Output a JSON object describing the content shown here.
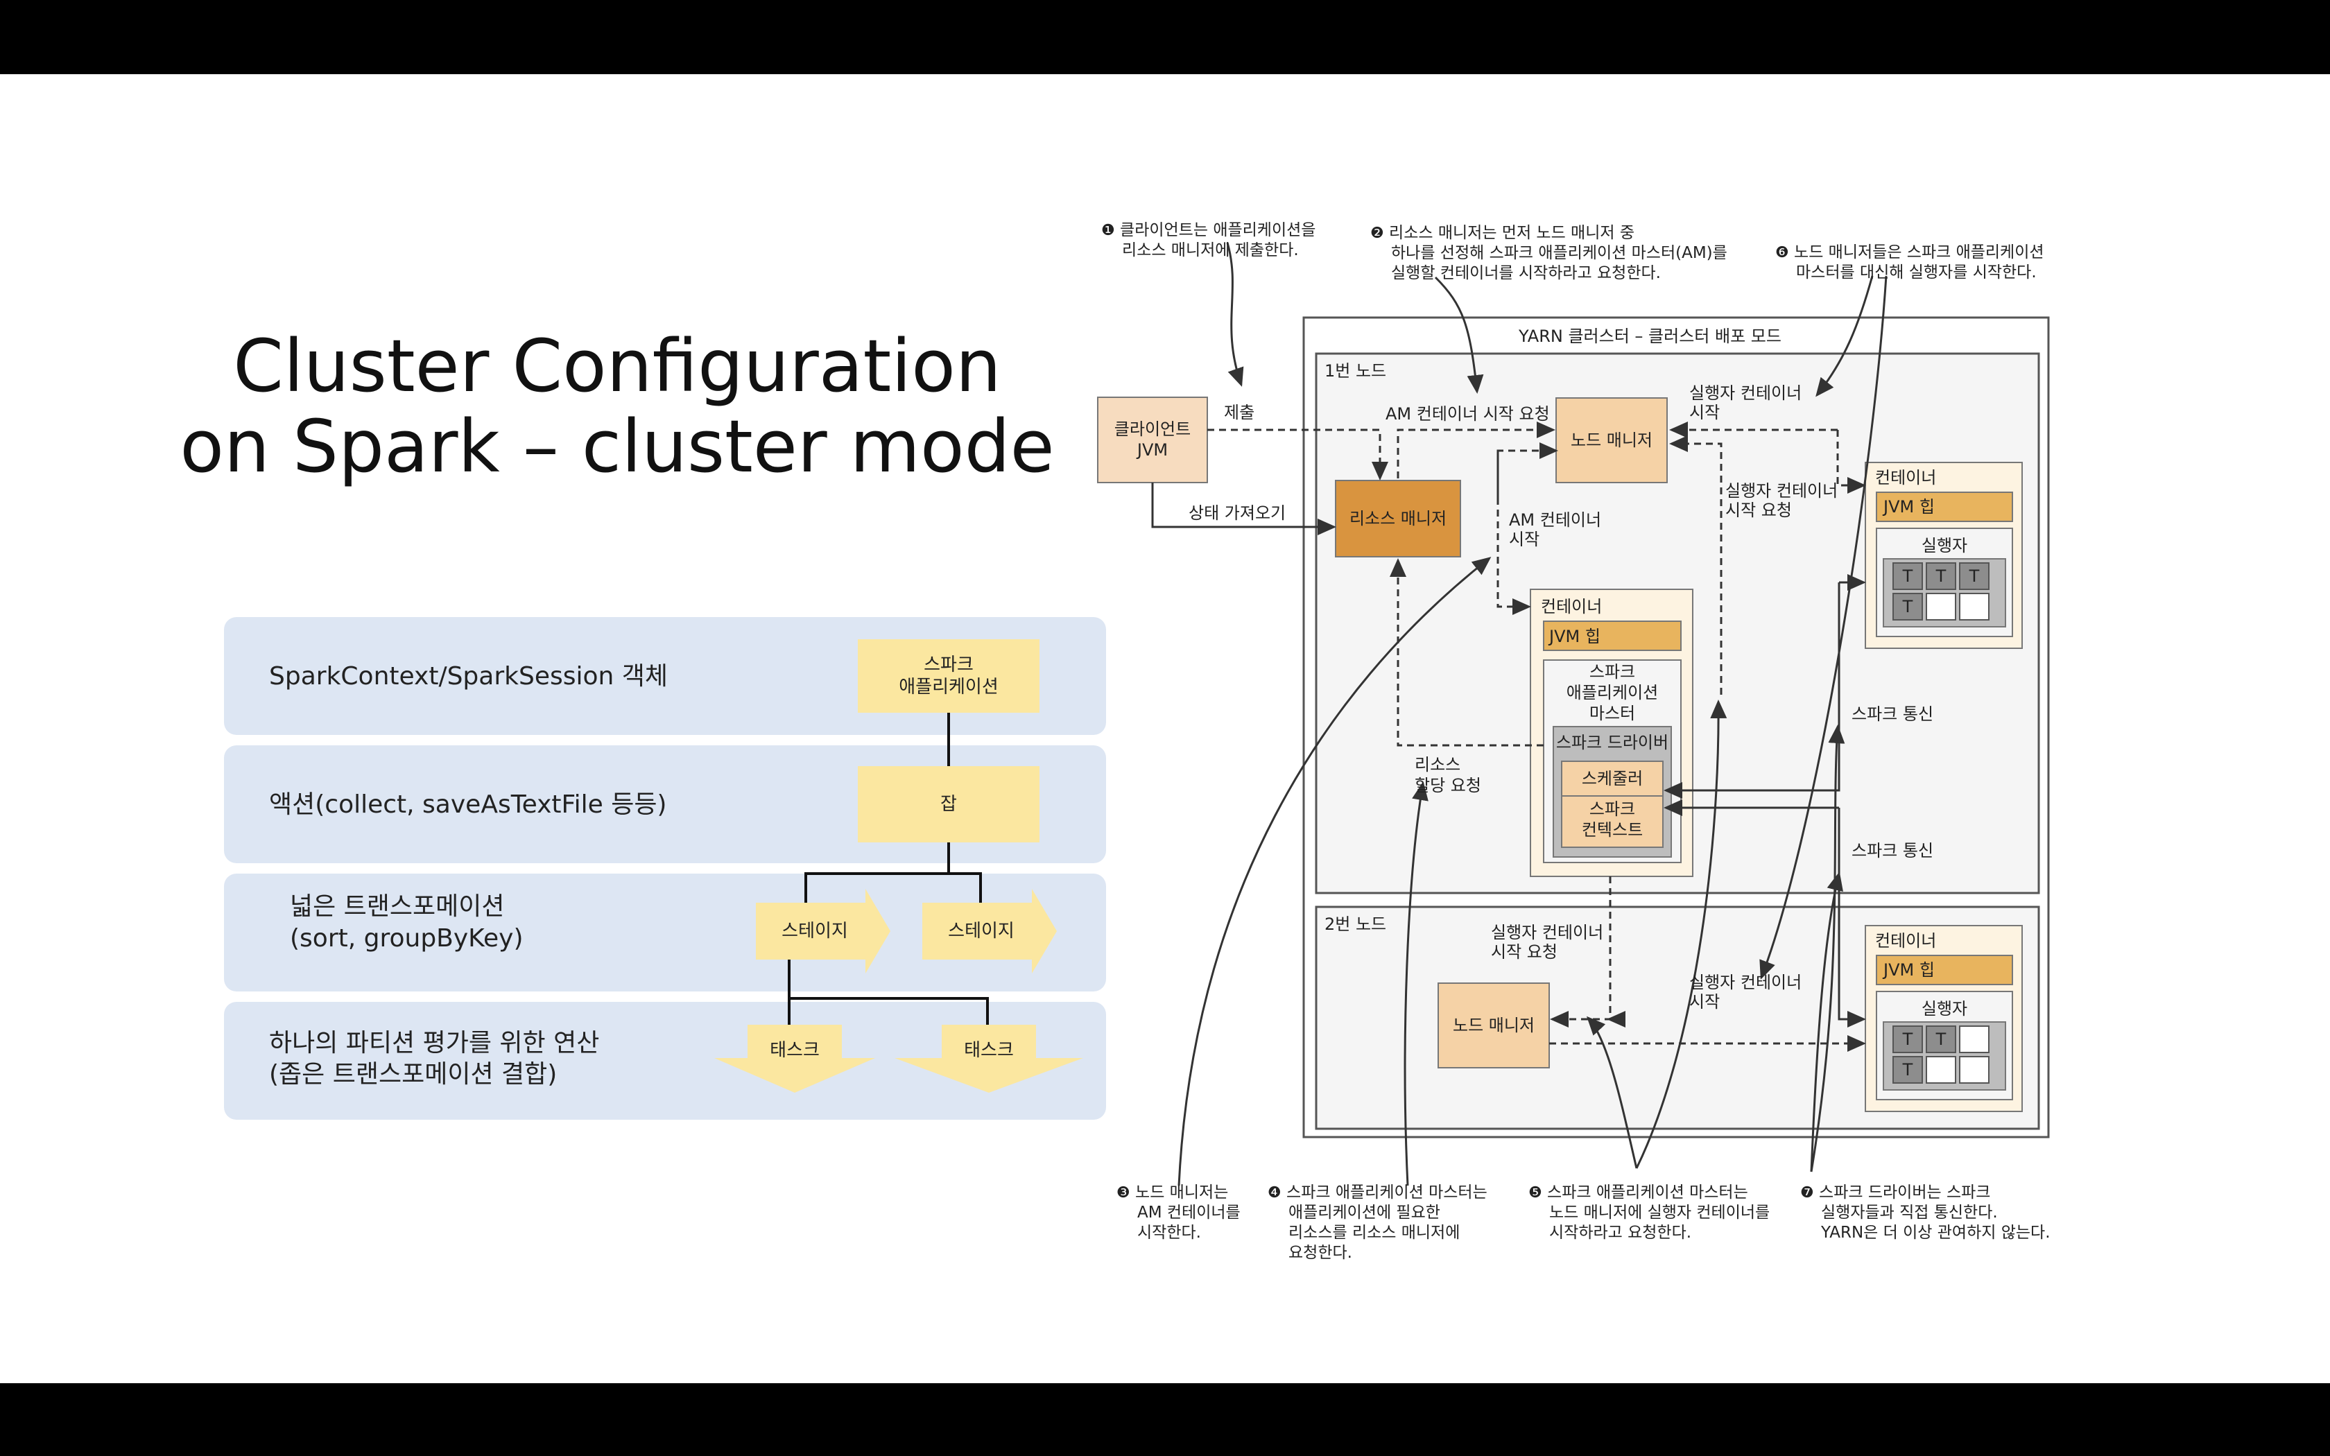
{
  "slide": {
    "title_line1": "Cluster Configuration",
    "title_line2": "on Spark – cluster mode"
  },
  "hierarchy": {
    "rows": [
      {
        "label": "SparkContext/SparkSession 객체"
      },
      {
        "label": "액션(collect, saveAsTextFile 등등)"
      },
      {
        "label_line1": "넓은 트랜스포메이션",
        "label_line2": "(sort, groupByKey)"
      },
      {
        "label_line1": "하나의 파티션 평가를 위한 연산",
        "label_line2": "(좁은 트랜스포메이션 결합)"
      }
    ],
    "app_box_line1": "스파크",
    "app_box_line2": "애플리케이션",
    "job_box": "잡",
    "stage_1": "스테이지",
    "stage_2": "스테이지",
    "task_1": "태스크",
    "task_2": "태스크"
  },
  "diagram": {
    "cluster_title": "YARN 클러스터 – 클러스터 배포 모드",
    "node1_label": "1번 노드",
    "node2_label": "2번 노드",
    "client_line1": "클라이언트",
    "client_line2": "JVM",
    "submit_label": "제출",
    "status_label": "상태 가져오기",
    "resource_manager": "리소스 매니저",
    "node_manager_1": "노드 매니저",
    "node_manager_2": "노드 매니저",
    "am_start_request": "AM 컨테이너 시작 요청",
    "am_start_line1": "AM 컨테이너",
    "am_start_line2": "시작",
    "executor_start_top_line1": "실행자 컨테이너",
    "executor_start_top_line2": "시작",
    "executor_start_req_line1": "실행자 컨테이너",
    "executor_start_req_line2": "시작 요청",
    "resource_alloc_line1": "리소스",
    "resource_alloc_line2": "할당 요청",
    "container_label": "컨테이너",
    "jvm_heap": "JVM 힙",
    "am_line1": "스파크",
    "am_line2": "애플리케이션",
    "am_line3": "마스터",
    "spark_driver": "스파크 드라이버",
    "scheduler": "스케줄러",
    "context_line1": "스파크",
    "context_line2": "컨텍스트",
    "executor_label": "실행자",
    "task_letter": "T",
    "spark_comm_1": "스파크 통신",
    "spark_comm_2": "스파크 통신",
    "node2_exec_req_line1": "실행자 컨테이너",
    "node2_exec_req_line2": "시작 요청",
    "node2_exec_start_line1": "실행자 컨테이너",
    "node2_exec_start_line2": "시작"
  },
  "notes": {
    "n1": {
      "num": "❶",
      "line1": "클라이언트는 애플리케이션을",
      "line2": "리소스 매니저에 제출한다."
    },
    "n2": {
      "num": "❷",
      "line1": "리소스 매니저는 먼저 노드 매니저 중",
      "line2": "하나를 선정해 스파크 애플리케이션 마스터(AM)를",
      "line3": "실행할 컨테이너를 시작하라고 요청한다."
    },
    "n6": {
      "num": "❻",
      "line1": "노드 매니저들은 스파크 애플리케이션",
      "line2": "마스터를 대신해 실행자를 시작한다."
    },
    "n3": {
      "num": "❸",
      "line1": "노드 매니저는",
      "line2": "AM 컨테이너를",
      "line3": "시작한다."
    },
    "n4": {
      "num": "❹",
      "line1": "스파크 애플리케이션 마스터는",
      "line2": "애플리케이션에 필요한",
      "line3": "리소스를 리소스 매니저에",
      "line4": "요청한다."
    },
    "n5": {
      "num": "❺",
      "line1": "스파크 애플리케이션 마스터는",
      "line2": "노드 매니저에 실행자 컨테이너를",
      "line3": "시작하라고 요청한다."
    },
    "n7": {
      "num": "❼",
      "line1": "스파크 드라이버는 스파크",
      "line2": "실행자들과 직접 통신한다.",
      "line3": "YARN은 더 이상 관여하지 않는다."
    }
  },
  "colors": {
    "band": "#dde6f3",
    "yellow": "#fbe7a0",
    "resource_manager": "#d9943f",
    "node_manager": "#f5d2a6",
    "container_bg": "#fdf3e1",
    "jvm_heap": "#e8b45e"
  }
}
